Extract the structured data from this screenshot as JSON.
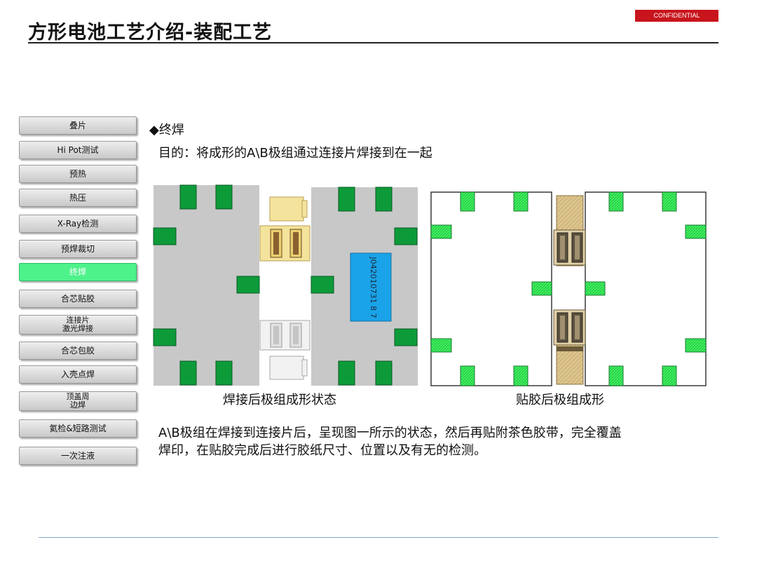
{
  "header": {
    "title": "方形电池工艺介绍-装配工艺",
    "badge": "CONFIDENTIAL"
  },
  "sidebar": {
    "steps": [
      {
        "label": "叠片",
        "active": false
      },
      {
        "label": "Hi Pot测试",
        "active": false
      },
      {
        "label": "预热",
        "active": false
      },
      {
        "label": "热压",
        "active": false
      },
      {
        "label": "X-Ray检测",
        "active": false
      },
      {
        "label": "预焊裁切",
        "active": false
      },
      {
        "label": "终焊",
        "active": true
      },
      {
        "label": "合芯贴胶",
        "active": false
      },
      {
        "label": "连接片\n激光焊接",
        "active": false
      },
      {
        "label": "合芯包胶",
        "active": false
      },
      {
        "label": "入壳点焊",
        "active": false
      },
      {
        "label": "顶盖周\n边焊",
        "active": false
      },
      {
        "label": "氦检&短路测试",
        "active": false
      },
      {
        "label": "一次注液",
        "active": false
      }
    ]
  },
  "content": {
    "heading": "◆终焊",
    "purpose": "目的：将成形的A\\B极组通过连接片焊接到在一起",
    "figure_left": {
      "caption": "焊接后极组成形状态",
      "label_code": "J042010731 8 7"
    },
    "figure_right": {
      "caption": "贴胶后极组成形"
    },
    "description_lines": [
      "A\\B极组在焊接到连接片后，呈现图一所示的状态，然后再贴附茶色胶带，完全覆盖",
      "焊印，在贴胶完成后进行胶纸尺寸、位置以及有无的检测。"
    ]
  },
  "colors": {
    "accent": "#c8141c",
    "active_step": "#4ef28a",
    "pad_dark": "#0d9b3a",
    "pad_light": "#3ff05f",
    "label_blue": "#1aa3e8",
    "tape": "#d9c08a"
  }
}
